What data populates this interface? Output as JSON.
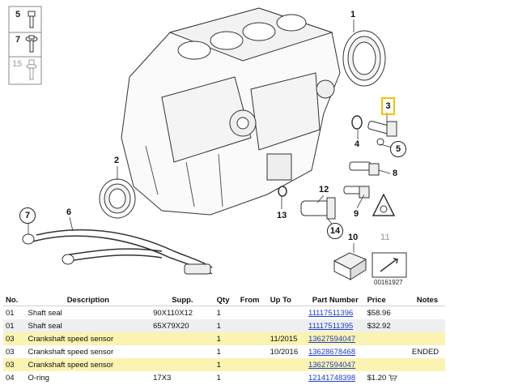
{
  "diagram": {
    "strip_numbers": [
      "5",
      "7",
      "15"
    ],
    "callouts": [
      "1",
      "2",
      "3",
      "4",
      "5",
      "6",
      "7",
      "8",
      "9",
      "10",
      "11",
      "12",
      "13",
      "14"
    ],
    "reference_code": "00161927",
    "highlight_color": "#f0c400"
  },
  "table": {
    "headers": [
      "No.",
      "Description",
      "Supp.",
      "Qty",
      "From",
      "Up To",
      "Part Number",
      "Price",
      "Notes"
    ],
    "rows": [
      {
        "no": "01",
        "desc": "Shaft seal",
        "supp": "90X110X12",
        "qty": "1",
        "from": "",
        "upto": "",
        "pn": "11117511396",
        "price": "$58.96",
        "notes": "",
        "style": "plain",
        "cart": false
      },
      {
        "no": "01",
        "desc": "Shaft seal",
        "supp": "65X79X20",
        "qty": "1",
        "from": "",
        "upto": "",
        "pn": "11117511395",
        "price": "$32.92",
        "notes": "",
        "style": "alt",
        "cart": false
      },
      {
        "no": "03",
        "desc": "Crankshaft speed sensor",
        "supp": "",
        "qty": "1",
        "from": "",
        "upto": "11/2015",
        "pn": "13627594047",
        "price": "",
        "notes": "",
        "style": "hl",
        "cart": false
      },
      {
        "no": "03",
        "desc": "Crankshaft speed sensor",
        "supp": "",
        "qty": "1",
        "from": "",
        "upto": "10/2016",
        "pn": "13628678468",
        "price": "",
        "notes": "ENDED",
        "style": "plain",
        "cart": false
      },
      {
        "no": "03",
        "desc": "Crankshaft speed sensor",
        "supp": "",
        "qty": "1",
        "from": "",
        "upto": "",
        "pn": "13627594047",
        "price": "",
        "notes": "",
        "style": "hl",
        "cart": false
      },
      {
        "no": "04",
        "desc": "O-ring",
        "supp": "17X3",
        "qty": "1",
        "from": "",
        "upto": "",
        "pn": "12141748398",
        "price": "$1.20",
        "notes": "",
        "style": "plain",
        "cart": true
      }
    ],
    "colors": {
      "link": "#1a3ec8",
      "highlight_row": "#fbf3b1",
      "alt_row": "#efefef"
    }
  }
}
